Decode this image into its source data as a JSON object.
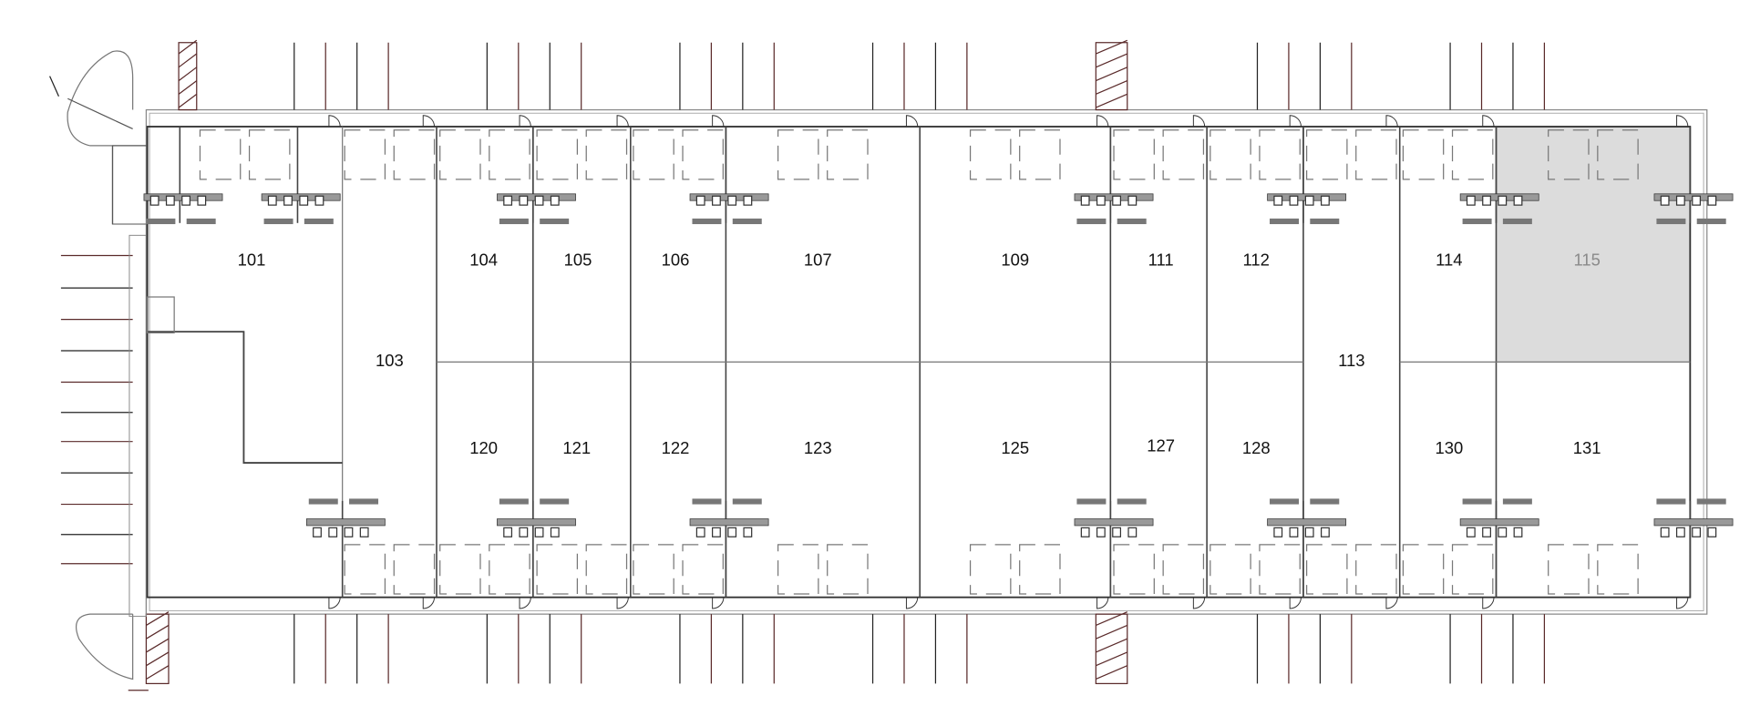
{
  "floor_plan": {
    "units": [
      {
        "label": "101"
      },
      {
        "label": "103"
      },
      {
        "label": "104"
      },
      {
        "label": "105"
      },
      {
        "label": "106"
      },
      {
        "label": "107"
      },
      {
        "label": "109"
      },
      {
        "label": "111"
      },
      {
        "label": "112"
      },
      {
        "label": "113"
      },
      {
        "label": "114"
      },
      {
        "label": "115",
        "highlighted": true
      },
      {
        "label": "120"
      },
      {
        "label": "121"
      },
      {
        "label": "122"
      },
      {
        "label": "123"
      },
      {
        "label": "125"
      },
      {
        "label": "127"
      },
      {
        "label": "128"
      },
      {
        "label": "130"
      },
      {
        "label": "131"
      }
    ],
    "colors": {
      "highlight_fill": "#dcdcdc",
      "parking_stripe": "#5a2a2a",
      "wall": "#444444"
    }
  }
}
